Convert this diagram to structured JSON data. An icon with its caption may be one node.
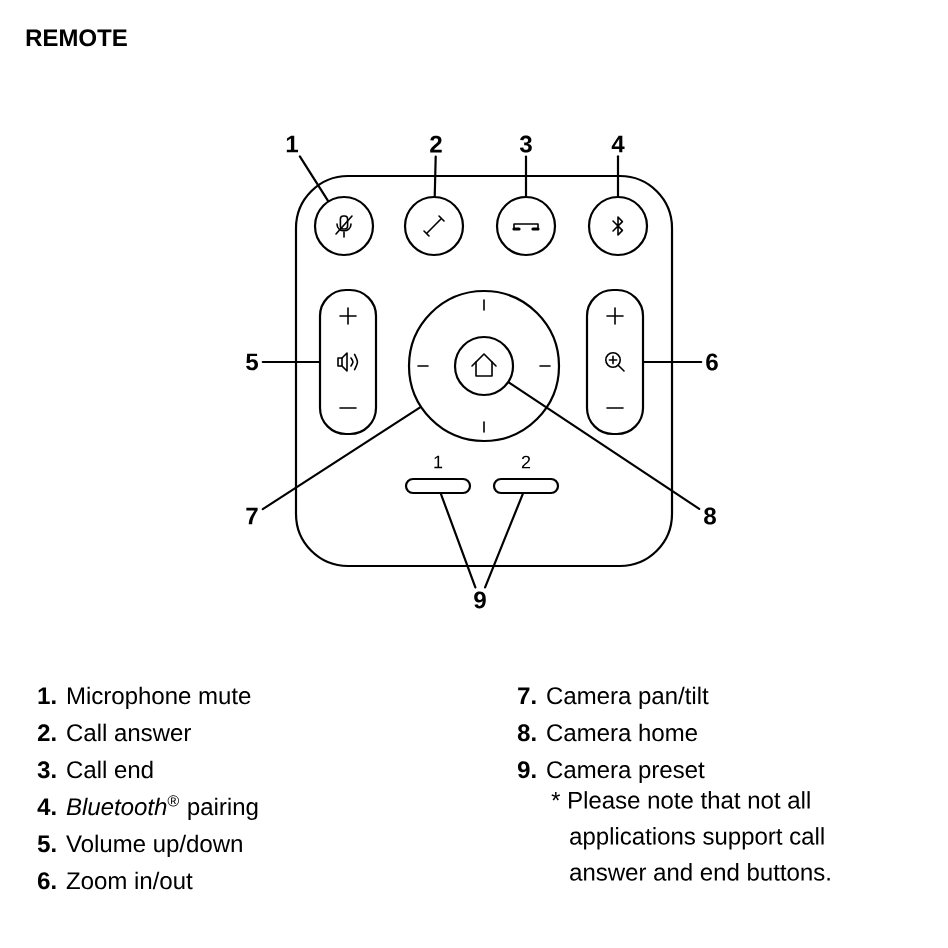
{
  "diagram": {
    "title": "REMOTE",
    "nodes": [
      {
        "text": [],
        "shape": "box"
      },
      {
        "text": [
          "1"
        ]
      },
      {
        "text": [
          "2"
        ]
      },
      {
        "text": [
          "3"
        ]
      },
      {
        "text": [
          "4"
        ]
      },
      {
        "text": [],
        "shape": "circle",
        "in": 0
      },
      {
        "text": [],
        "shape": "circle",
        "in": 0
      },
      {
        "text": [],
        "shape": "circle",
        "in": 0
      },
      {
        "text": [],
        "shape": "circle",
        "in": 0
      },
      {
        "text": [
          "5"
        ]
      },
      {
        "text": [],
        "shape": "box",
        "in": 0
      },
      {
        "text": [],
        "shape": "circle",
        "in": 0
      },
      {
        "text": [],
        "shape": "circle",
        "in": 11
      },
      {
        "text": [],
        "shape": "box",
        "in": 0
      },
      {
        "text": [
          "6"
        ]
      },
      {
        "text": [
          "7"
        ]
      },
      {
        "text": [
          "8"
        ]
      },
      {
        "text": [],
        "shape": "bar",
        "in": 0,
        "beside": [
          "1"
        ]
      },
      {
        "text": [],
        "shape": "bar",
        "in": 0,
        "beside": [
          "2"
        ]
      },
      {
        "text": [
          "9"
        ]
      }
    ],
    "edges": [
      {
        "from": 1,
        "to": 5,
        "arrow": "none"
      },
      {
        "from": 2,
        "to": 6,
        "arrow": "none"
      },
      {
        "from": 3,
        "to": 7,
        "arrow": "none"
      },
      {
        "from": 4,
        "to": 8,
        "arrow": "none"
      },
      {
        "from": 9,
        "to": 10,
        "arrow": "none"
      },
      {
        "from": 14,
        "to": 13,
        "arrow": "none"
      },
      {
        "from": 15,
        "to": 11,
        "arrow": "none"
      },
      {
        "from": 16,
        "to": 12,
        "arrow": "none"
      },
      {
        "from": 19,
        "to": 17,
        "arrow": "none"
      },
      {
        "from": 19,
        "to": 18,
        "arrow": "none"
      }
    ],
    "labels": [
      "**1.** Microphone mute",
      "**2.** Call answer",
      "**3.** Call end",
      "**4.** *Bluetooth*$^{®}$ pairing",
      "**5.** Volume up/down",
      "**6.** Zoom in/out",
      "**7.** Camera pan/tilt",
      "**8.** Camera home",
      "**9.** Camera preset",
      "* Please note that not all applications support call answer and end buttons."
    ]
  }
}
